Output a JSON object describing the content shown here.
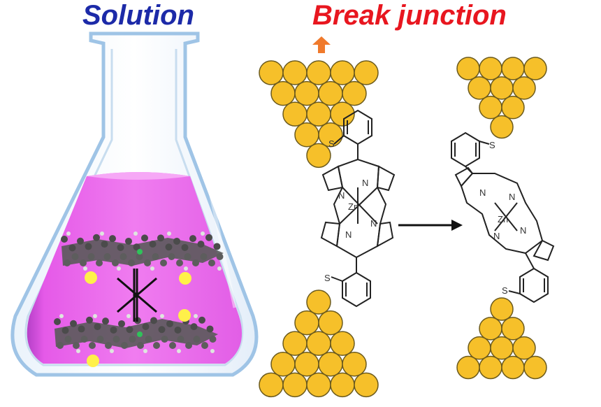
{
  "titles": {
    "left": "Solution",
    "right": "Break junction"
  },
  "labels": {
    "sulfur": "S",
    "nitrogen": "N",
    "zinc": "Zn"
  },
  "colors": {
    "solution_title": "#1c2aa8",
    "break_title": "#e8161f",
    "gold": "#f6c02a",
    "gold_edge": "#6b5a1d",
    "liquid": "#ee66ee",
    "liquid_dark": "#b640c8",
    "pull_arrow": "#f07a2c",
    "flask_outline": "#9fc4e6"
  },
  "icons": [
    "flask-icon",
    "pull-up-arrow-icon",
    "reaction-arrow-icon",
    "blocked-interaction-icon"
  ]
}
